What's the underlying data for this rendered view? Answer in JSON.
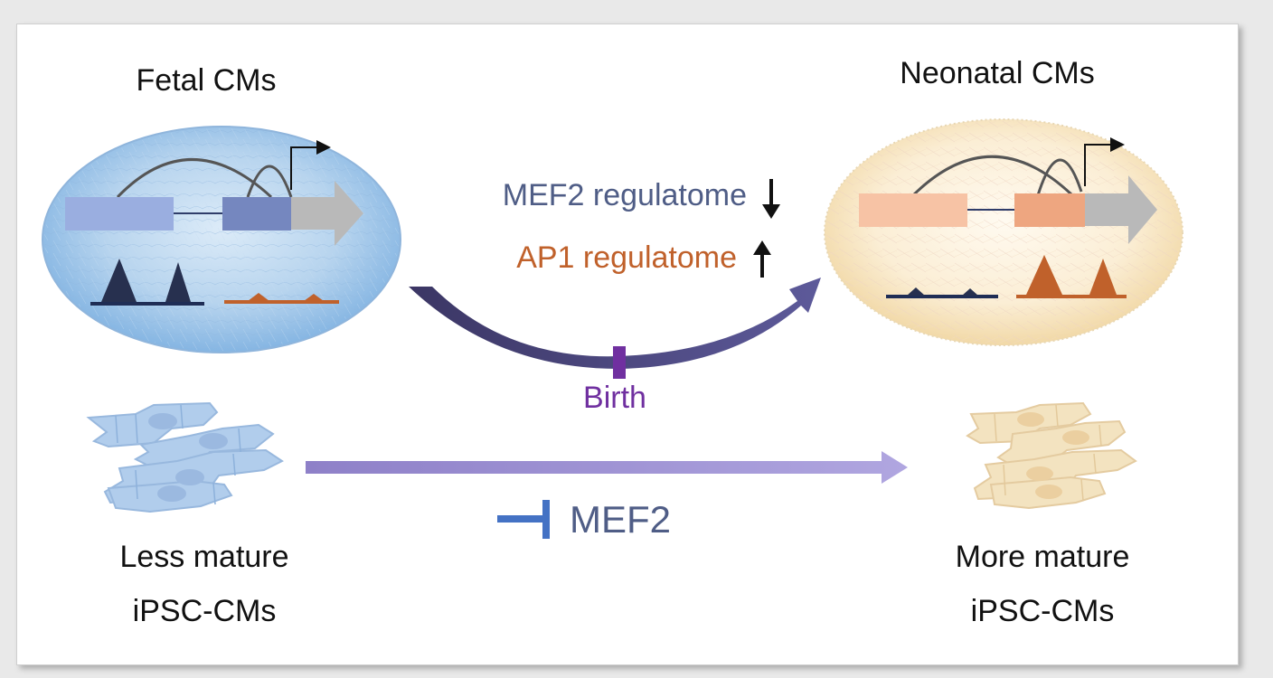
{
  "labels": {
    "fetal": "Fetal CMs",
    "neonatal": "Neonatal CMs",
    "mef2_regulatome": "MEF2 regulatome",
    "ap1_regulatome": "AP1 regulatome",
    "birth": "Birth",
    "less_mature_line1": "Less mature",
    "less_mature_line2": "iPSC-CMs",
    "more_mature_line1": "More mature",
    "more_mature_line2": "iPSC-CMs",
    "mef2_inhibitor": "MEF2"
  },
  "colors": {
    "mef2": "#4f5d86",
    "ap1": "#c0612b",
    "birth": "#7030a0",
    "inhibitor": "#4472c4",
    "maturation_arrow": "#9b8ed1",
    "fetal_cell": "#a9c8ea",
    "neonatal_cell": "#f3e2bd"
  },
  "icons": {
    "mef2_trend": "down-arrow-icon",
    "ap1_trend": "up-arrow-icon"
  }
}
